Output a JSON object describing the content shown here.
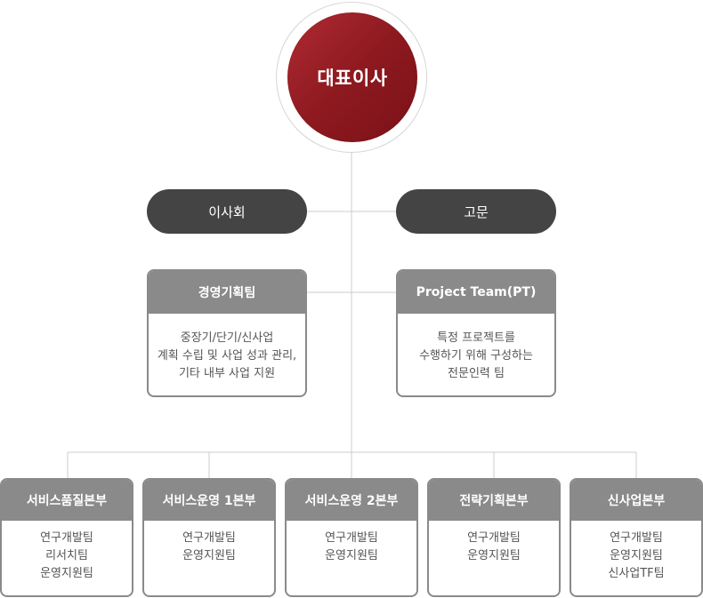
{
  "ceo": {
    "label": "대표이사"
  },
  "board": {
    "label": "이사회"
  },
  "advisor": {
    "label": "고문"
  },
  "planning_team": {
    "title": "경영기획팀",
    "lines": [
      "중장기/단기/신사업",
      "계획 수립 및 사업 성과 관리,",
      "기타 내부 사업 지원"
    ]
  },
  "project_team": {
    "title": "Project Team(PT)",
    "lines": [
      "특정 프로젝트를",
      "수행하기 위해 구성하는",
      "전문인력 팀"
    ]
  },
  "divisions": [
    {
      "title": "서비스품질본부",
      "teams": [
        "연구개발팀",
        "리서치팀",
        "운영지원팀"
      ]
    },
    {
      "title": "서비스운영 1본부",
      "teams": [
        "연구개발팀",
        "운영지원팀"
      ]
    },
    {
      "title": "서비스운영 2본부",
      "teams": [
        "연구개발팀",
        "운영지원팀"
      ]
    },
    {
      "title": "전략기획본부",
      "teams": [
        "연구개발팀",
        "운영지원팀"
      ]
    },
    {
      "title": "신사업본부",
      "teams": [
        "연구개발팀",
        "운영지원팀",
        "신사업TF팀"
      ]
    }
  ],
  "colors": {
    "ceo": "#8e1a20",
    "pill": "#444444",
    "box_header": "#8a8a8a",
    "line": "#cccccc"
  }
}
